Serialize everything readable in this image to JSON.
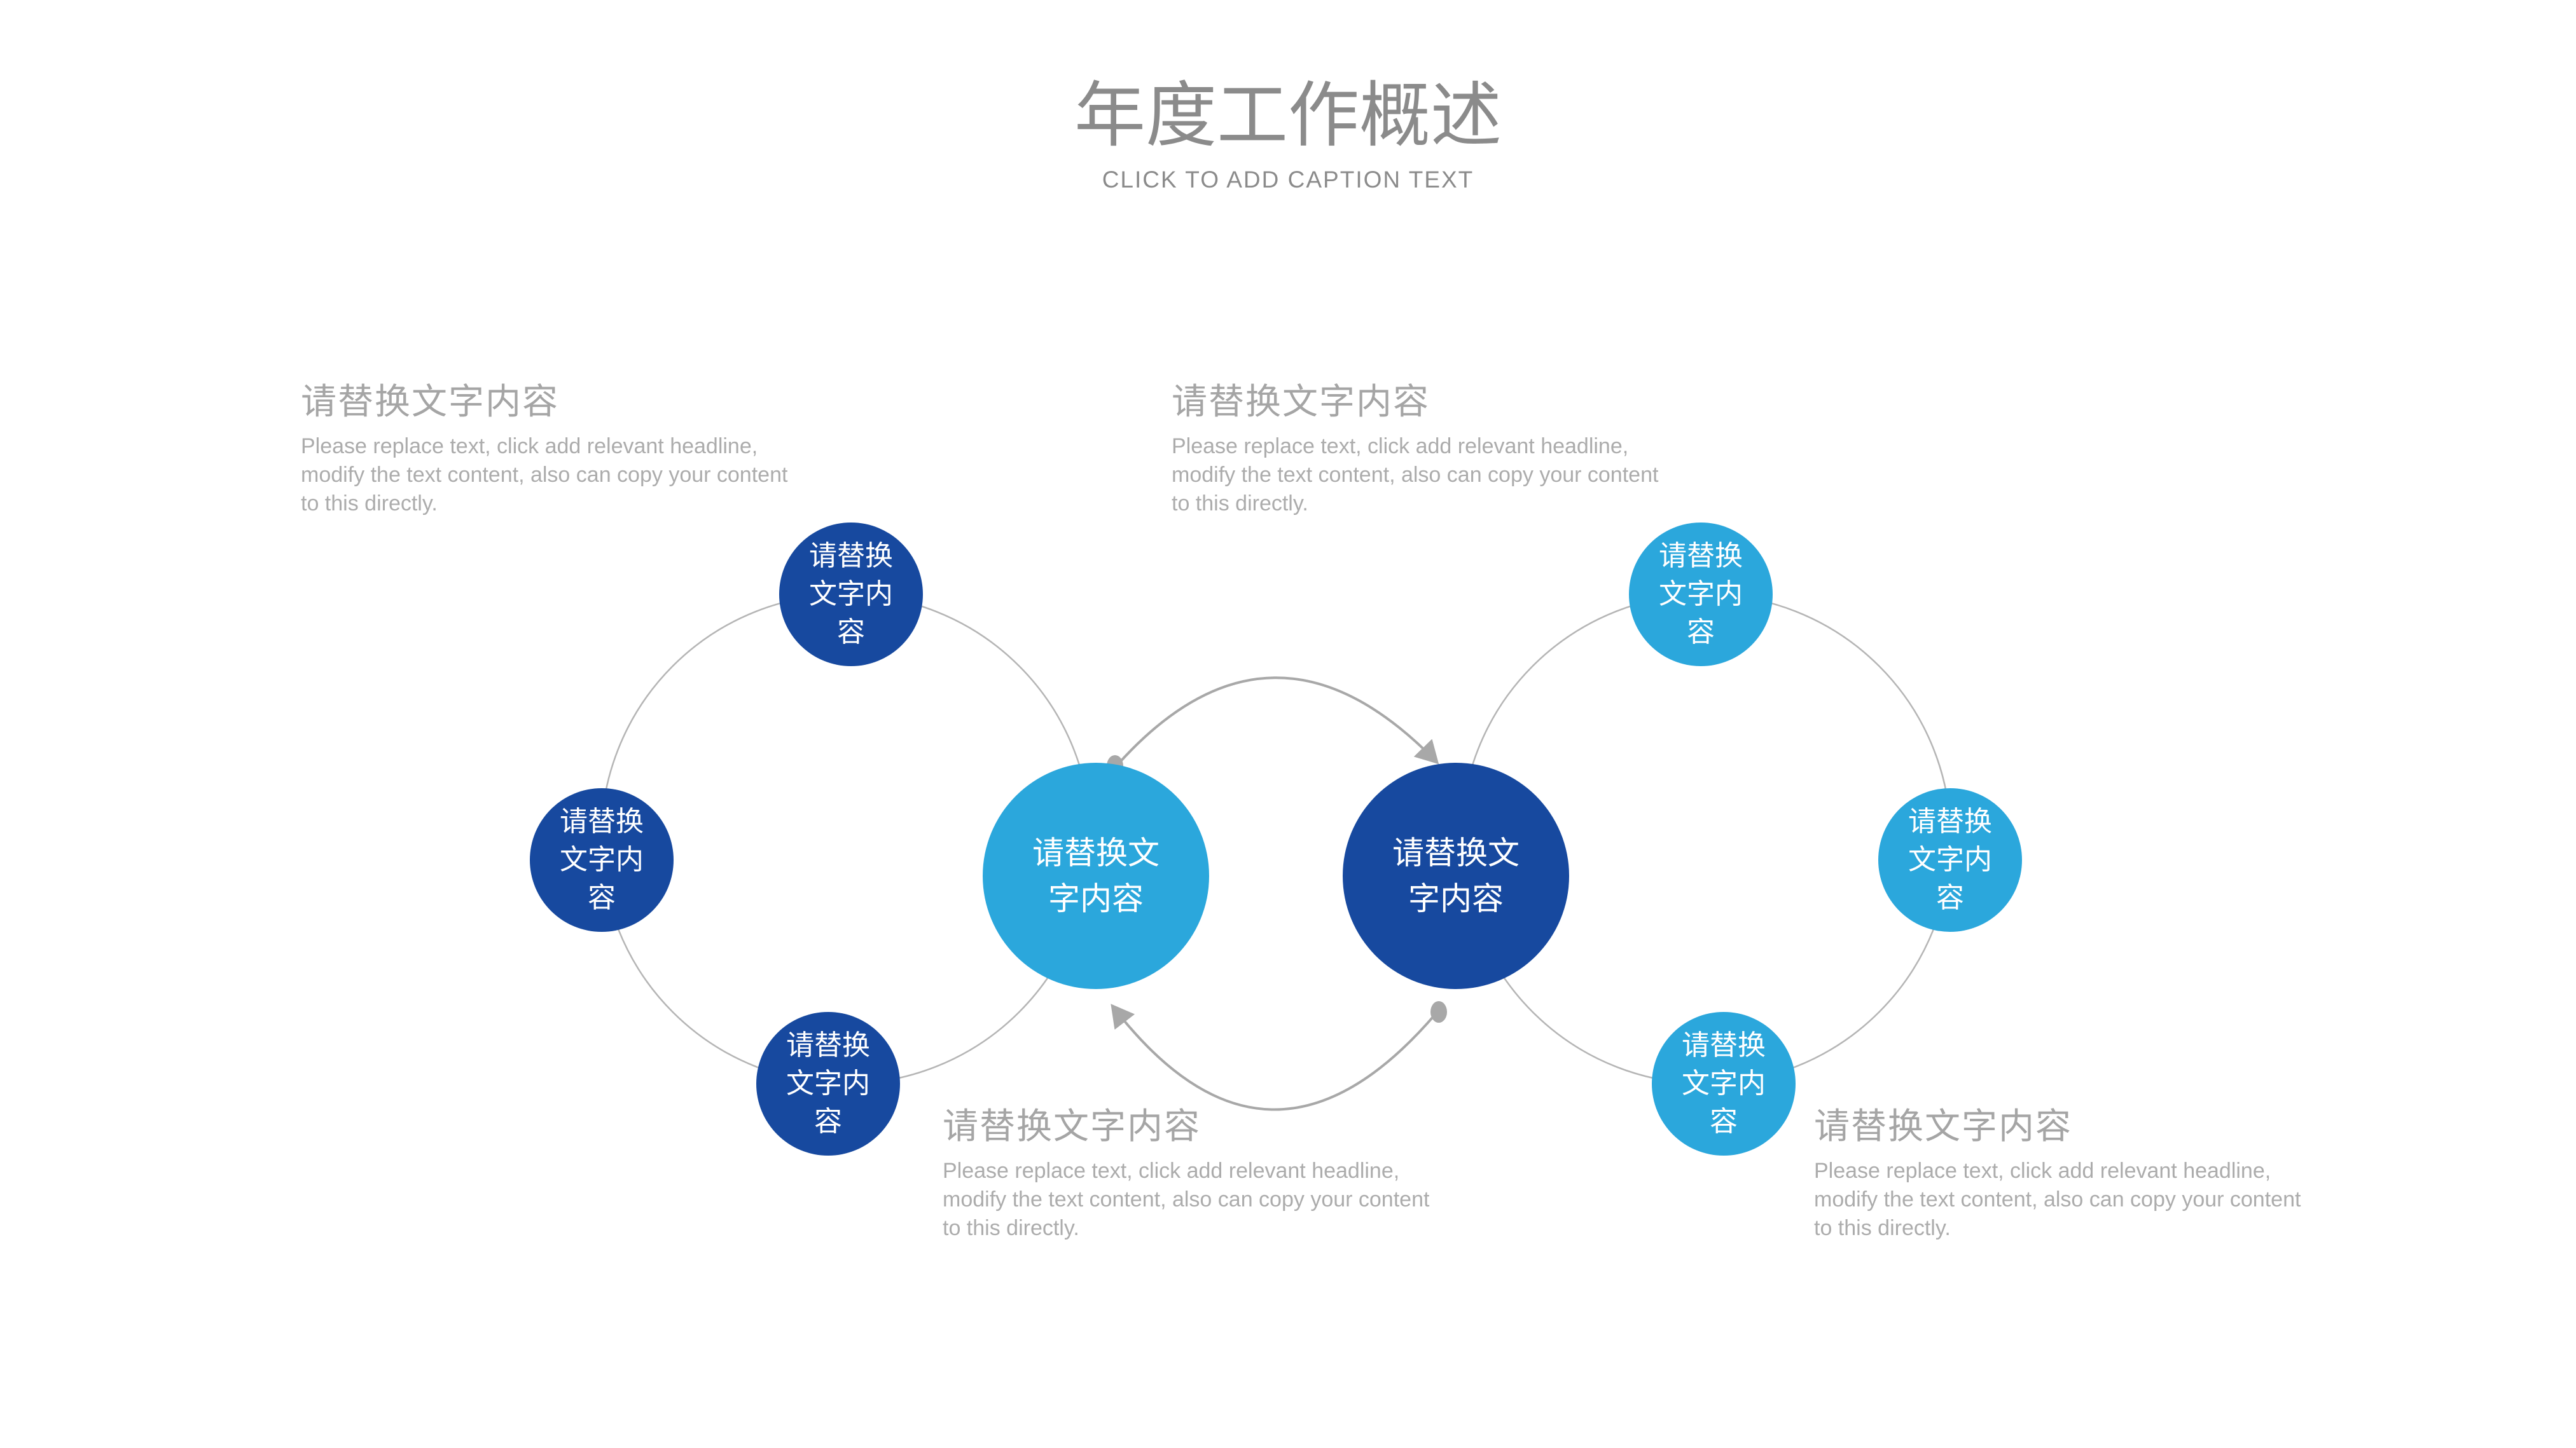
{
  "slide": {
    "title": "年度工作概述",
    "subtitle": "CLICK TO ADD CAPTION TEXT"
  },
  "colors": {
    "light_blue": "#2ba7dc",
    "dark_blue": "#17499f",
    "gray_line": "#b5b5b5",
    "gray_arrow": "#a8a8a8",
    "heading_gray": "#a5a5a5",
    "body_gray": "#acacac",
    "title_gray": "#8b8b8b"
  },
  "diagram": {
    "hubs": [
      {
        "id": "left-hub",
        "lines": [
          "请替换文",
          "字内容"
        ]
      },
      {
        "id": "right-hub",
        "lines": [
          "请替换文",
          "字内容"
        ]
      }
    ],
    "satellite_lines": [
      "请替换",
      "文字内",
      "容"
    ]
  },
  "text_blocks": [
    {
      "heading": "请替换文字内容",
      "body_lines": [
        "Please replace text, click add relevant headline,",
        "modify the text content, also can copy your content",
        "to this directly."
      ]
    },
    {
      "heading": "请替换文字内容",
      "body_lines": [
        "Please replace text, click add relevant headline,",
        "modify the text content, also can copy your content",
        "to this directly."
      ]
    },
    {
      "heading": "请替换文字内容",
      "body_lines": [
        "Please replace text, click add relevant headline,",
        "modify the text content, also can copy your content",
        "to this directly."
      ]
    },
    {
      "heading": "请替换文字内容",
      "body_lines": [
        "Please replace text, click add relevant headline,",
        "modify the text content, also can copy your content",
        "to this directly."
      ]
    }
  ]
}
